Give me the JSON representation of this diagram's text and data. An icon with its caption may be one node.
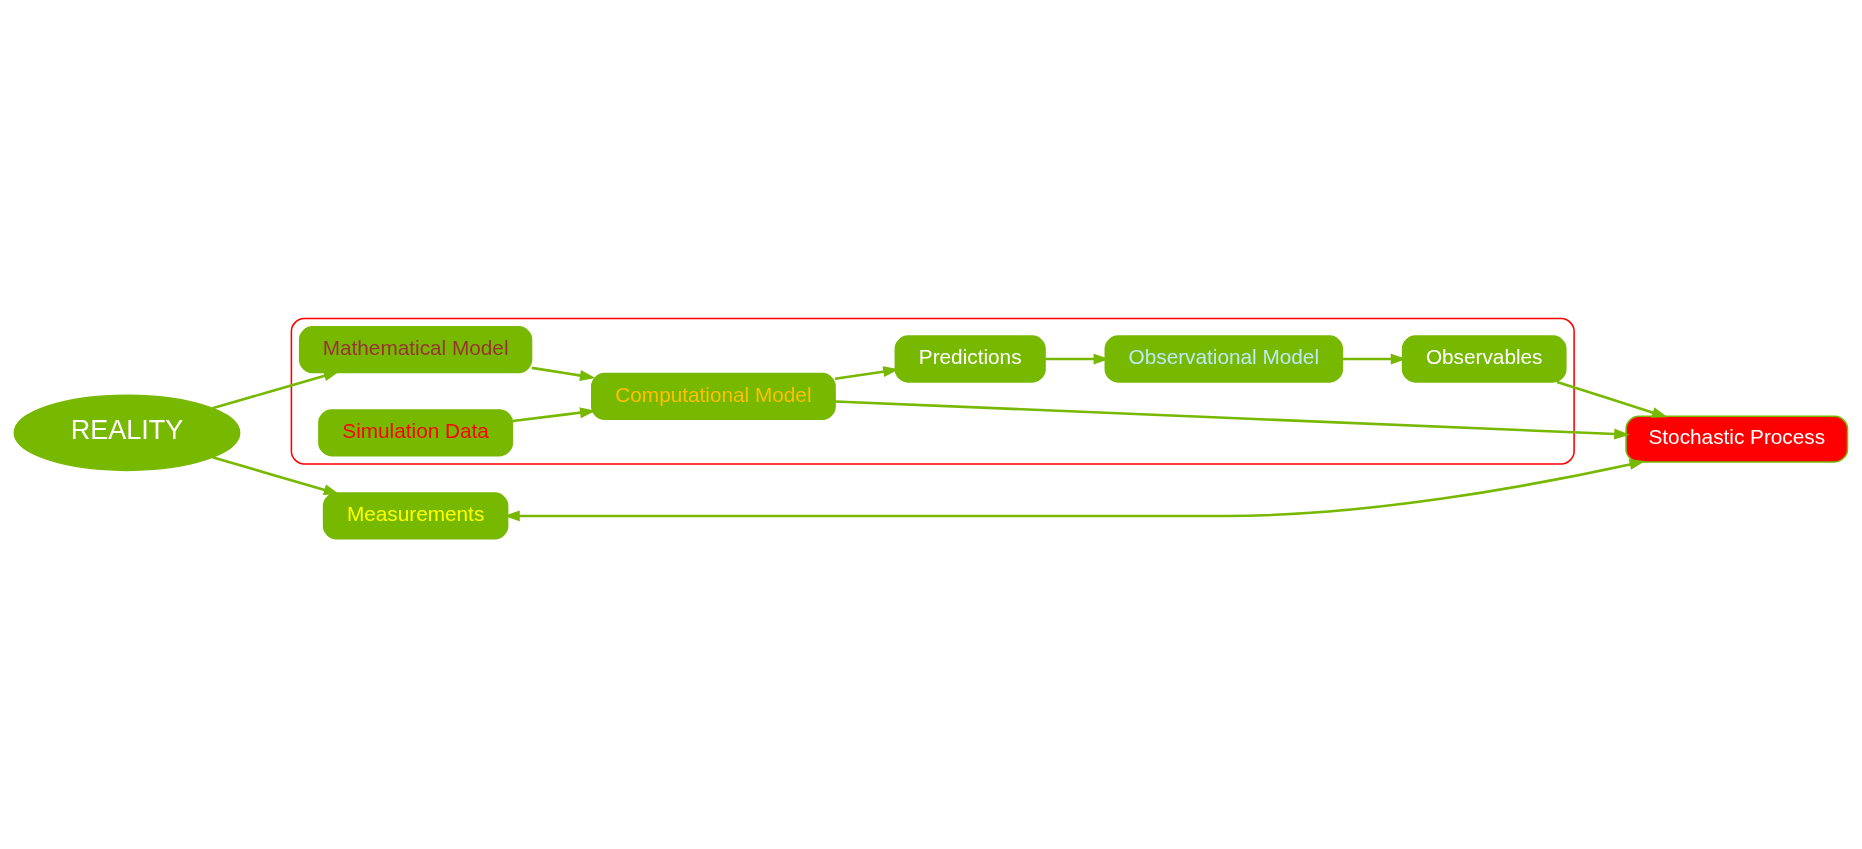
{
  "diagram": {
    "nodes": [
      {
        "text": [
          "REALITY"
        ]
      },
      {
        "text": [
          "Measurements"
        ]
      },
      {
        "text": [],
        "shape": "cloud"
      },
      {
        "text": [
          "Stochastic Process"
        ]
      },
      {
        "text": [
          "Observables"
        ],
        "in": 2
      },
      {
        "text": [
          "Mathematical Model"
        ],
        "in": 2
      },
      {
        "text": [
          "Simulation Data"
        ],
        "in": 2
      },
      {
        "text": [
          "Observational Model"
        ],
        "in": 2
      },
      {
        "text": [
          "Computational Model"
        ],
        "in": 2
      },
      {
        "text": [
          "Predictions"
        ],
        "in": 2
      }
    ],
    "edges": [
      {
        "from": 0,
        "to": 1,
        "arrow": "to"
      },
      {
        "from": 1,
        "to": 3,
        "arrow": "both"
      },
      {
        "from": 0,
        "to": 5,
        "arrow": "to"
      },
      {
        "from": 5,
        "to": 8,
        "arrow": "to"
      },
      {
        "from": 6,
        "to": 8,
        "arrow": "to"
      },
      {
        "from": 8,
        "to": 3,
        "arrow": "to"
      },
      {
        "from": 8,
        "to": 9,
        "arrow": "to"
      },
      {
        "from": 9,
        "to": 7,
        "arrow": "to"
      },
      {
        "from": 7,
        "to": 4,
        "arrow": "to"
      },
      {
        "from": 4,
        "to": 3,
        "arrow": "to"
      }
    ]
  }
}
